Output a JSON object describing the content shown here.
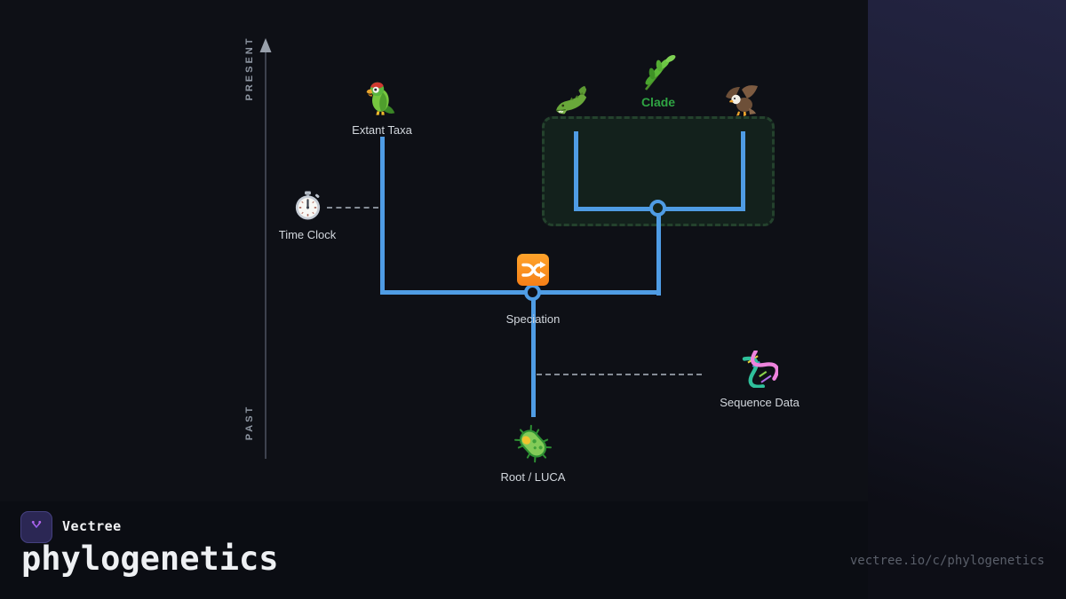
{
  "card": {
    "brand": "Vectree",
    "title": "phylogenetics",
    "url": "vectree.io/c/phylogenetics"
  },
  "axis": {
    "top_label": "PRESENT",
    "bottom_label": "PAST"
  },
  "labels": {
    "extant_taxa": "Extant Taxa",
    "time_clock": "Time Clock",
    "clade": "Clade",
    "speciation": "Speciation",
    "sequence_data": "Sequence Data",
    "root_luca": "Root / LUCA"
  },
  "icons": {
    "extant_taxa": "parrot-emoji",
    "clade_left_taxon": "crocodile-emoji",
    "clade": "herb-emoji",
    "clade_right_taxon": "eagle-emoji",
    "time_clock": "stopwatch-emoji",
    "speciation": "shuffle-emoji",
    "sequence_data": "dna-emoji",
    "root_luca": "microbe-emoji",
    "axis": "up-arrow",
    "brand": "branching-tree-logo"
  },
  "colors": {
    "background": "#0e1016",
    "accent_panel": "#1d1e33",
    "branch_blue": "#4f9ce4",
    "clade_green": "#2fa443",
    "clade_box_fill": "#16251a",
    "speciation_orange": "#f7921e",
    "label_gray": "#d2d7dd",
    "axis_gray": "#98a0ab",
    "url_gray": "#5a5f6a"
  }
}
